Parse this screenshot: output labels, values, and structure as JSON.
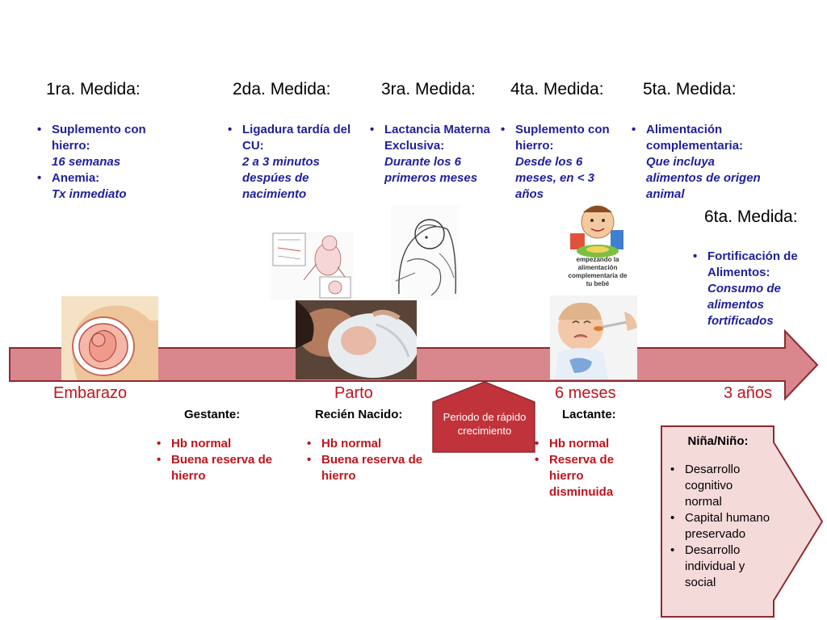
{
  "measures": [
    {
      "title": "1ra. Medida:",
      "items": [
        {
          "label": "Suplemento con hierro:",
          "detail": "16 semanas"
        },
        {
          "label": "Anemia:",
          "detail": "Tx inmediato"
        }
      ]
    },
    {
      "title": "2da. Medida:",
      "items": [
        {
          "label": "Ligadura tardía del CU:",
          "detail": "2 a 3 minutos despúes de nacimiento"
        }
      ]
    },
    {
      "title": "3ra. Medida:",
      "items": [
        {
          "label": "Lactancia Materna Exclusiva:",
          "detail": "Durante los 6 primeros meses"
        }
      ]
    },
    {
      "title": "4ta. Medida:",
      "items": [
        {
          "label": "Suplemento con hierro:",
          "detail": "Desde los 6 meses, en < 3 años"
        }
      ]
    },
    {
      "title": "5ta. Medida:",
      "items": [
        {
          "label": "Alimentación complementaria:",
          "detail": "Que incluya alimentos de origen animal"
        }
      ]
    },
    {
      "title": "6ta. Medida:",
      "items": [
        {
          "label": "Fortificación de Alimentos:",
          "detail": "Consumo de alimentos fortificados"
        }
      ]
    }
  ],
  "timeline": {
    "labels": [
      "Embarazo",
      "Parto",
      "6 meses",
      "3 años"
    ],
    "arrow_color": "#d9868c",
    "arrow_border": "#8b2b31"
  },
  "stages": [
    {
      "label": "Gestante:",
      "items": [
        "Hb normal",
        "Buena reserva de hierro"
      ]
    },
    {
      "label": "Recién Nacido:",
      "items": [
        "Hb normal",
        "Buena reserva de hierro"
      ]
    },
    {
      "label": "Lactante:",
      "items": [
        "Hb normal",
        "Reserva de hierro disminuida"
      ]
    }
  ],
  "growth": {
    "text": "Periodo de rápido crecimiento",
    "color": "#c0333b"
  },
  "outcome": {
    "title": "Niña/Niño:",
    "items": [
      "Desarrollo cognitivo normal",
      "Capital humano preservado",
      "Desarrollo individual y social"
    ],
    "fill": "#f5dada",
    "border": "#8b2b31"
  },
  "illustrations": {
    "food_caption": "empezando la alimentación complementaria de tu bebé"
  },
  "colors": {
    "measure_text": "#1f1f9a",
    "timeline_text": "#c0141c"
  }
}
